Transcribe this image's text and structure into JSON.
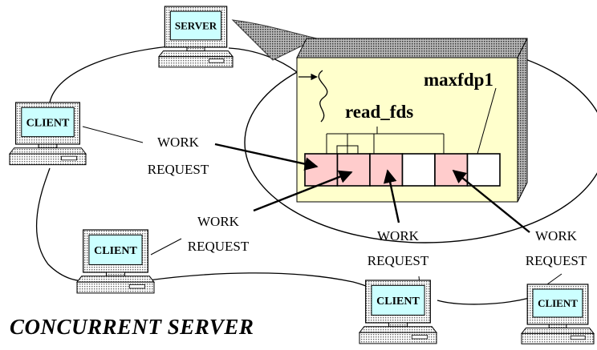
{
  "server_label": "SERVER",
  "client_label": "CLIENT",
  "register_labels": {
    "read_fds": "read_fds",
    "maxfdp1": "maxfdp1"
  },
  "work_request": {
    "line1": "WORK",
    "line2": "REQUEST"
  },
  "caption": "CONCURRENT  SERVER",
  "colors": {
    "monitor_screen": "#ccffff",
    "fd_box_panel": "#ffffcc",
    "fd_set_bit": "#ffcccc",
    "fd_clear_bit": "#ffffff",
    "box_side": "#888888"
  },
  "fd_bits": [
    1,
    1,
    1,
    0,
    1,
    0
  ]
}
